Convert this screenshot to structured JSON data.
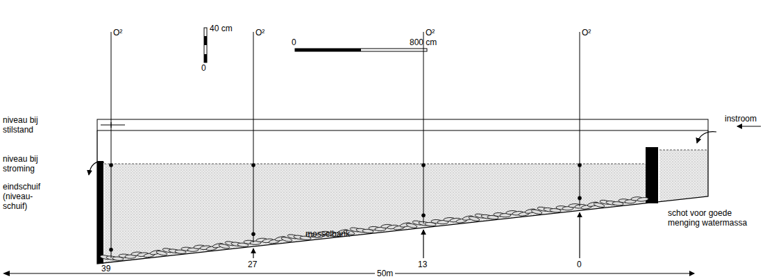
{
  "diagram": {
    "labels": [
      "40 cm",
      "0",
      "O²",
      "O²",
      "O²",
      "O²",
      "0",
      "800 cm",
      "niveau bij stilstand",
      "niveau bij stroming",
      "eindschuif (niveau- schuif)",
      "mosselbank",
      "schot voor goede menging watermassa",
      "instroom",
      "39",
      "27",
      "13",
      "0",
      "50m"
    ]
  }
}
